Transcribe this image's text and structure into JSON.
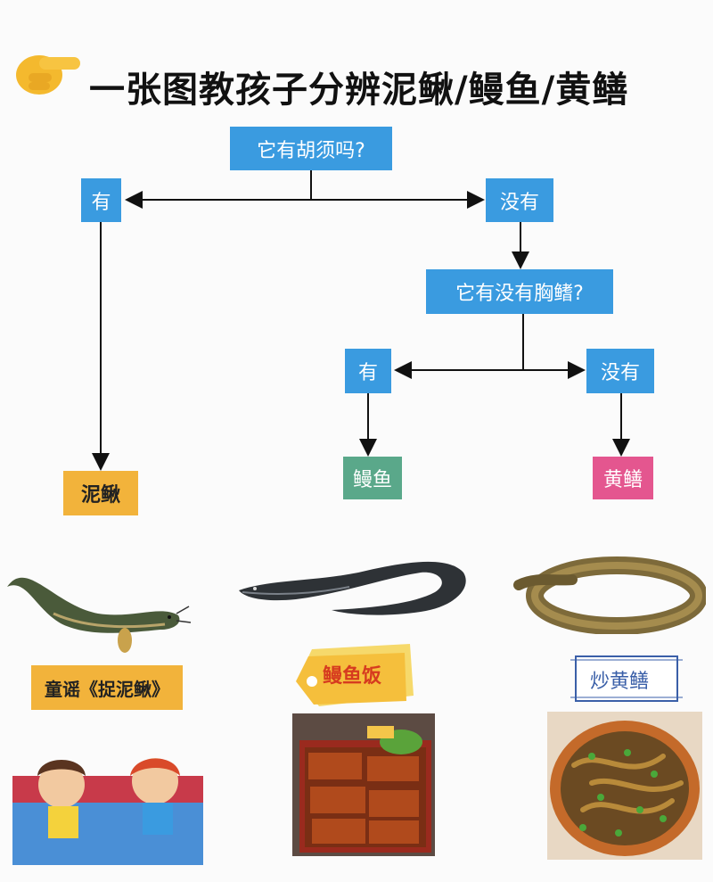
{
  "title": "一张图教孩子分辨泥鳅/鳗鱼/黄鳝",
  "nodes": {
    "q1": "它有胡须吗?",
    "yes1": "有",
    "no1": "没有",
    "q2": "它有没有胸鳍?",
    "yes2": "有",
    "no2": "没有",
    "loach": "泥鳅",
    "eel": "鳗鱼",
    "swamp_eel": "黄鳝"
  },
  "captions": {
    "loach": "童谣《捉泥鳅》",
    "eel": "鳗鱼饭",
    "swamp_eel": "炒黄鳝"
  },
  "colors": {
    "question_box": "#3a9be0",
    "loach_box": "#f2b33b",
    "eel_box": "#5aa88a",
    "swamp_eel_box": "#e4568f"
  }
}
